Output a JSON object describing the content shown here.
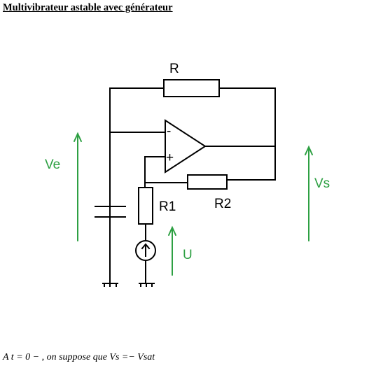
{
  "title": "Multivibrateur astable avec générateur",
  "caption": "A t = 0 − , on suppose que Vs =− Vsat",
  "labels": {
    "R": "R",
    "R1": "R1",
    "R2": "R2",
    "Ve": "Ve",
    "Vs": "Vs",
    "U": "U",
    "opamp_minus": "-",
    "opamp_plus": "+"
  },
  "colors": {
    "wire": "#000000",
    "voltage_arrow": "#2ea043"
  }
}
